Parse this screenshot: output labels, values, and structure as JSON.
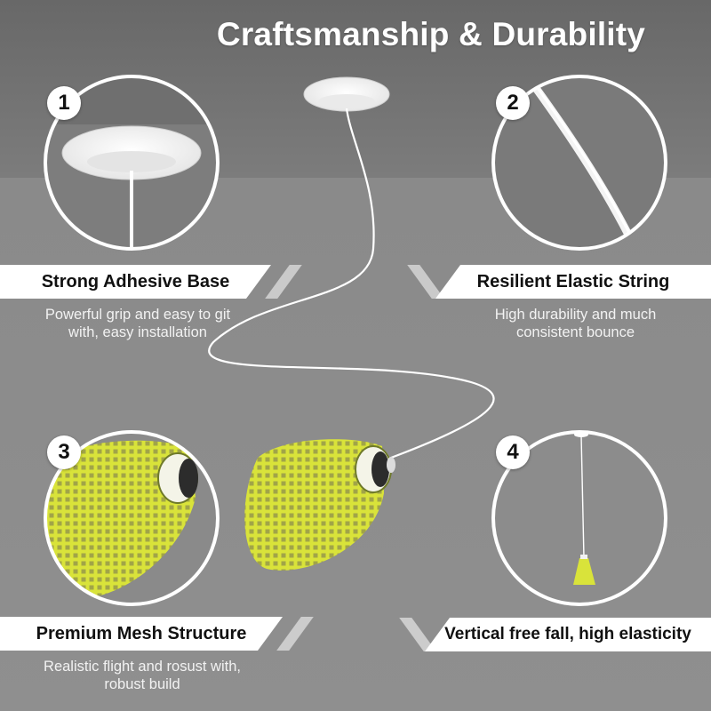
{
  "title": "Craftsmanship & Durability",
  "features": [
    {
      "number": "1",
      "heading": "Strong Adhesive Base",
      "desc_line1": "Powerful grip and easy to git",
      "desc_line2": "with, easy installation"
    },
    {
      "number": "2",
      "heading": "Resilient Elastic String",
      "desc_line1": "High durability and much",
      "desc_line2": "consistent bounce"
    },
    {
      "number": "3",
      "heading": "Premium Mesh Structure",
      "desc_line1": "Realistic flight and rosust with,",
      "desc_line2": "robust build"
    },
    {
      "number": "4",
      "heading": "Vertical free fall, high elasticity"
    }
  ],
  "colors": {
    "shuttle_skirt": "#d9e33a",
    "background": "#8f8f8f",
    "banner": "#ffffff"
  }
}
